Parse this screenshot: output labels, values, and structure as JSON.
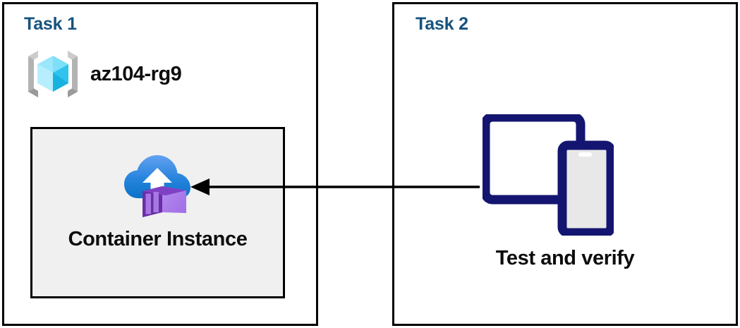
{
  "diagram": {
    "title_color": "#16537E",
    "panels": [
      {
        "id": "task1",
        "title": "Task 1",
        "resource_group": {
          "icon": "azure-resource-group-icon",
          "label": "az104-rg9"
        },
        "resource": {
          "icon": "azure-container-instance-icon",
          "label": "Container Instance",
          "background": "#f0f0f0"
        }
      },
      {
        "id": "task2",
        "title": "Task 2",
        "resource": {
          "icon": "devices-tablet-phone-icon",
          "label": "Test and verify"
        }
      }
    ],
    "connector": {
      "name": "arrow-task2-to-container-instance",
      "direction": "left",
      "color": "#000000"
    }
  }
}
